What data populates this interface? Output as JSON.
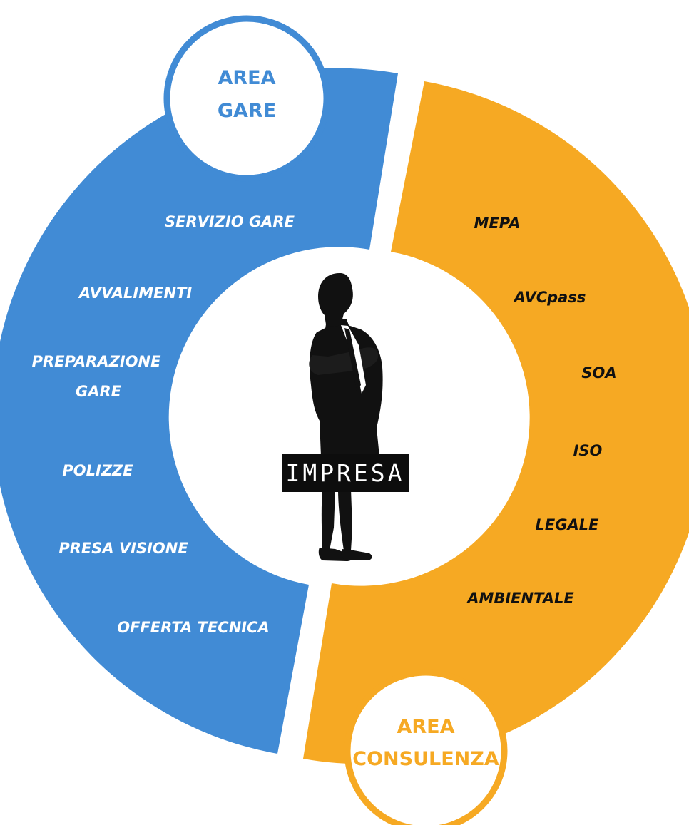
{
  "colors": {
    "area_gare": "#418bd5",
    "area_consulenza": "#f6a923",
    "item_gare_text": "#ffffff",
    "item_consulenza_text": "#111111",
    "silhouette": "#111111",
    "background": "#ffffff"
  },
  "area_gare": {
    "title_line1": "AREA",
    "title_line2": "GARE",
    "items": [
      {
        "lines": [
          "SERVIZIO GARE"
        ]
      },
      {
        "lines": [
          "AVVALIMENTI"
        ]
      },
      {
        "lines": [
          "PREPARAZIONE",
          "GARE"
        ]
      },
      {
        "lines": [
          "POLIZZE"
        ]
      },
      {
        "lines": [
          "PRESA VISIONE"
        ]
      },
      {
        "lines": [
          "OFFERTA TECNICA"
        ]
      }
    ]
  },
  "area_consulenza": {
    "title_line1": "AREA",
    "title_line2": "CONSULENZA",
    "items": [
      {
        "label": "MEPA"
      },
      {
        "label": "AVCpass"
      },
      {
        "label": "SOA"
      },
      {
        "label": "ISO"
      },
      {
        "label": "LEGALE"
      },
      {
        "label": "AMBIENTALE"
      }
    ]
  },
  "center": {
    "label": "IMPRESA",
    "icon": "businessman-silhouette-icon"
  }
}
